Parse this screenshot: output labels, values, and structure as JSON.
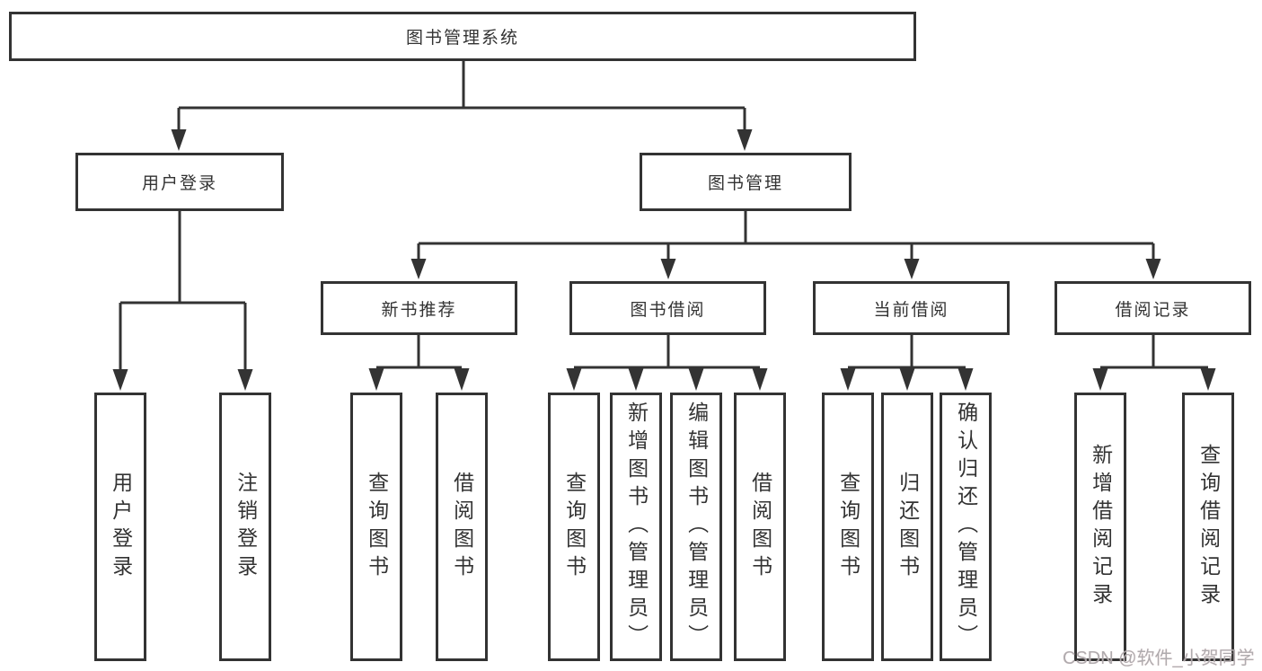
{
  "tree": {
    "root": {
      "label": "图书管理系统",
      "children": [
        {
          "label": "用户登录",
          "children": [
            {
              "label": "用户登录"
            },
            {
              "label": "注销登录"
            }
          ]
        },
        {
          "label": "图书管理",
          "children": [
            {
              "label": "新书推荐",
              "children": [
                {
                  "label": "查询图书"
                },
                {
                  "label": "借阅图书"
                }
              ]
            },
            {
              "label": "图书借阅",
              "children": [
                {
                  "label": "查询图书"
                },
                {
                  "label": "新增图书（管理员）"
                },
                {
                  "label": "编辑图书（管理员）"
                },
                {
                  "label": "借阅图书"
                }
              ]
            },
            {
              "label": "当前借阅",
              "children": [
                {
                  "label": "查询图书"
                },
                {
                  "label": "归还图书"
                },
                {
                  "label": "确认归还（管理员）"
                }
              ]
            },
            {
              "label": "借阅记录",
              "children": [
                {
                  "label": "新增借阅记录"
                },
                {
                  "label": "查询借阅记录"
                }
              ]
            }
          ]
        }
      ]
    }
  },
  "watermark": {
    "label": "CSDN @软件_小贺同学"
  },
  "colors": {
    "line": "#333333",
    "text": "#333333",
    "background": "#ffffff",
    "watermark": "#a5a5a8"
  }
}
